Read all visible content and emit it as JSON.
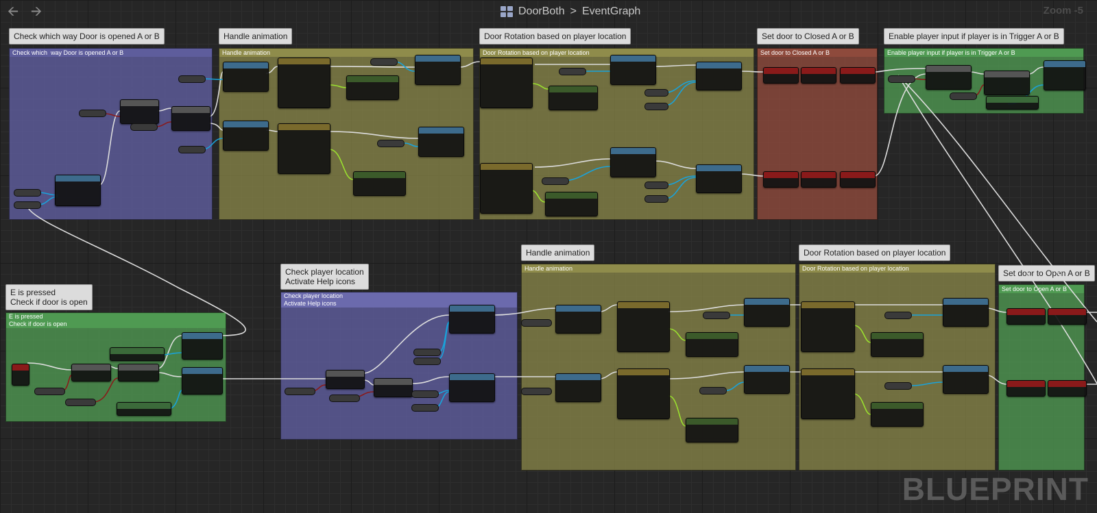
{
  "toolbar": {
    "back_icon": "arrow-left-icon",
    "forward_icon": "arrow-right-icon",
    "blueprint_icon": "blueprint-class-icon",
    "asset": "DoorBoth",
    "separator": ">",
    "graph": "EventGraph",
    "zoom": "Zoom -5"
  },
  "watermark": "BLUEPRINT",
  "comments": {
    "check_which": "Check which  way Door is opened A or B",
    "handle_anim_top": "Handle animation",
    "door_rotation_top": "Door Rotation based on player location",
    "set_closed": "Set door to Closed A or B",
    "enable_input": "Enable player input if player is in Trigger A or B",
    "e_pressed": "E is pressed\nCheck if door is open",
    "check_location": "Check player location\nActivate Help icons",
    "handle_anim_bottom": "Handle animation",
    "door_rotation_bottom": "Door Rotation based on player location",
    "set_open": "Set door to Open A or B"
  },
  "colors": {
    "purple": "#5e5d9c",
    "olive": "#8f8c4b",
    "red": "#8e4a3c",
    "green": "#4f9a52",
    "exec_wire": "#dddddd",
    "object_wire": "#19a3db",
    "bool_wire": "#8a1a1a",
    "vector_wire": "#9be12f"
  }
}
